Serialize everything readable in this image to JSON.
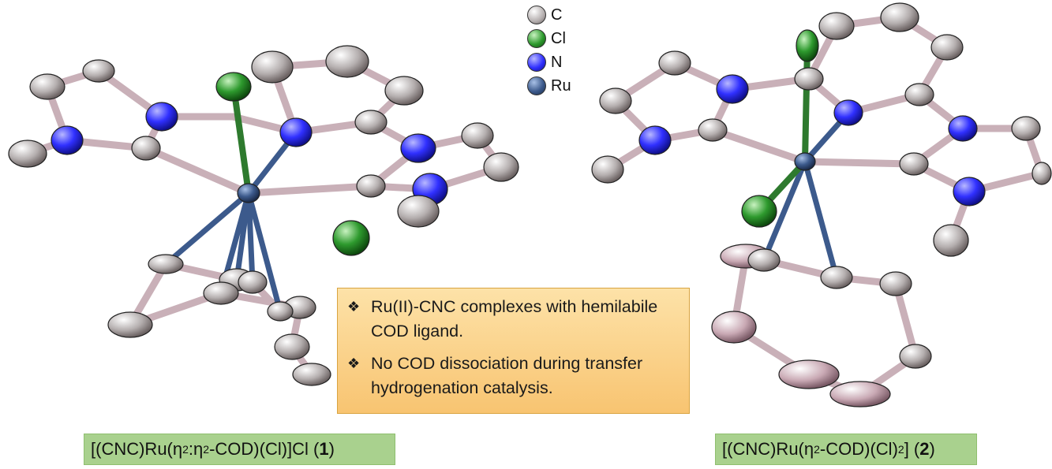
{
  "legend": {
    "items": [
      {
        "symbol": "C",
        "color": "#a9a9a9"
      },
      {
        "symbol": "Cl",
        "color": "#2e9a2e"
      },
      {
        "symbol": "N",
        "color": "#3a3aff"
      },
      {
        "symbol": "Ru",
        "color": "#3c5a8c"
      }
    ]
  },
  "infobox": {
    "bullets": [
      {
        "mark": "❖",
        "text": "Ru(II)-CNC complexes with hemilabile COD ligand."
      },
      {
        "mark": "❖",
        "text": "No COD dissociation during transfer hydrogenation catalysis."
      }
    ]
  },
  "captions": {
    "c1": {
      "a": "[(CNC)Ru(η",
      "s1": "2",
      "b": ":η",
      "s2": "2",
      "c": "-COD)(Cl)]Cl (",
      "num": "1",
      "d": ")"
    },
    "c2": {
      "a": "[(CNC)Ru(η",
      "s1": "2",
      "b": "-COD)(Cl)",
      "s2": "2",
      "c": "] (",
      "num": "2",
      "d": ")"
    }
  },
  "colors": {
    "carbon": "#b0a8a8",
    "chlorine": "#2e9a2e",
    "nitrogen": "#3a3aff",
    "ruthenium": "#3c5a8c"
  }
}
